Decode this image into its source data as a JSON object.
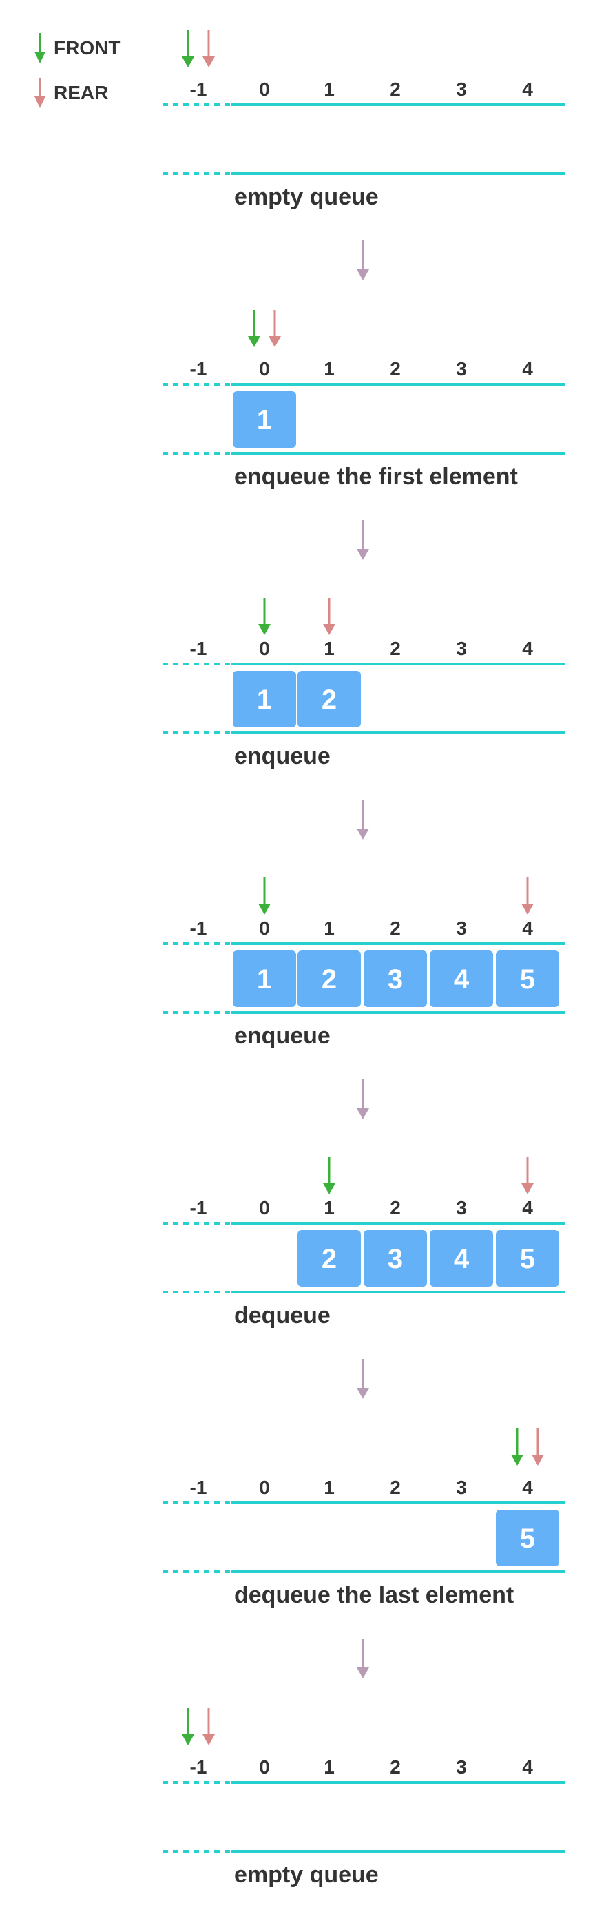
{
  "legend": [
    {
      "label": "FRONT",
      "color": "#3bb03b",
      "icon": "down-arrow-icon"
    },
    {
      "label": "REAR",
      "color": "#d98888",
      "icon": "down-arrow-icon"
    }
  ],
  "indices": [
    "-1",
    "0",
    "1",
    "2",
    "3",
    "4"
  ],
  "colors": {
    "front": "#3bb03b",
    "rear": "#d98888",
    "rail": "#26d0ce",
    "cell": "#64b1f7",
    "cell_text": "#ffffff",
    "index_text": "#333333",
    "caption": "#333333",
    "step_arrow": "#b89bb5"
  },
  "steps": [
    {
      "caption": "empty queue",
      "cells": [
        null,
        null,
        null,
        null,
        null
      ],
      "front": "-1",
      "rear": "-1"
    },
    {
      "caption": "enqueue the first element",
      "cells": [
        "1",
        null,
        null,
        null,
        null
      ],
      "front": "0",
      "rear": "0"
    },
    {
      "caption": "enqueue",
      "cells": [
        "1",
        "2",
        null,
        null,
        null
      ],
      "front": "0",
      "rear": "1"
    },
    {
      "caption": "enqueue",
      "cells": [
        "1",
        "2",
        "3",
        "4",
        "5"
      ],
      "front": "0",
      "rear": "4"
    },
    {
      "caption": "dequeue",
      "cells": [
        null,
        "2",
        "3",
        "4",
        "5"
      ],
      "front": "1",
      "rear": "4"
    },
    {
      "caption": "dequeue the last element",
      "cells": [
        null,
        null,
        null,
        null,
        "5"
      ],
      "front": "4",
      "rear": "4"
    },
    {
      "caption": "empty queue",
      "cells": [
        null,
        null,
        null,
        null,
        null
      ],
      "front": "-1",
      "rear": "-1"
    }
  ]
}
